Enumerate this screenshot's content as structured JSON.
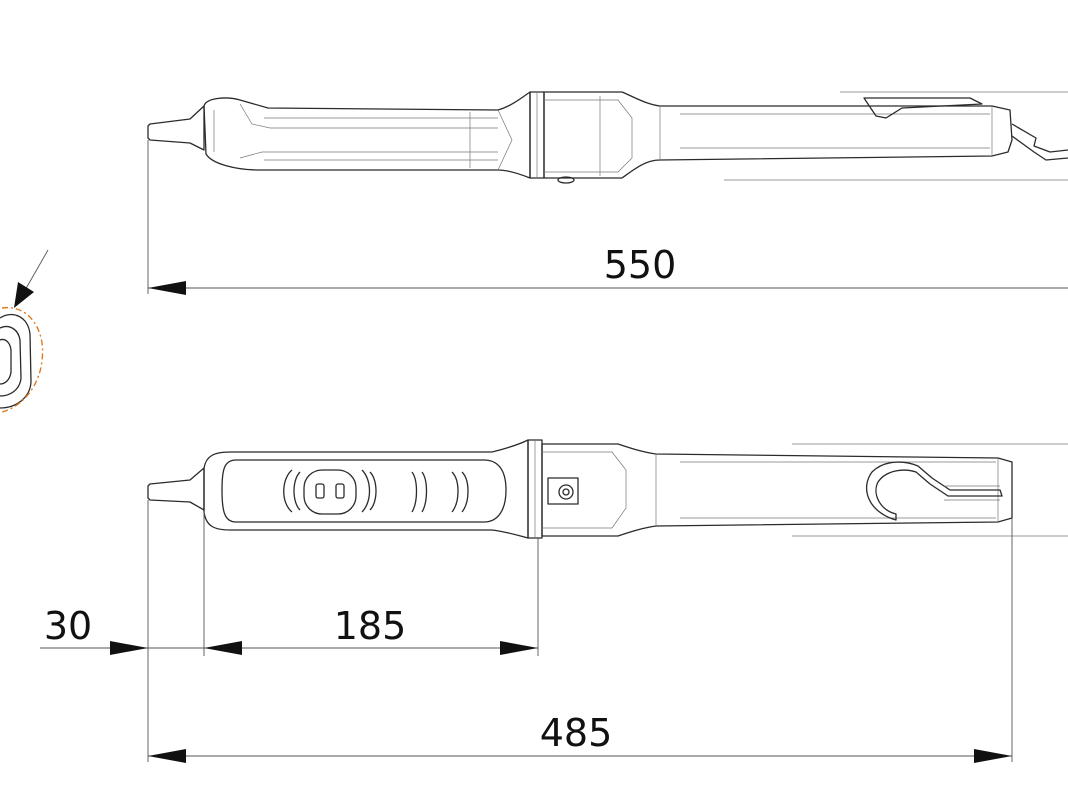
{
  "dimensions": {
    "overall_length": "550",
    "tip_length": "30",
    "handle_length": "185",
    "body_length": "485"
  },
  "colors": {
    "line": "#2b2b2b",
    "accent": "#e07a20",
    "text": "#111111"
  }
}
